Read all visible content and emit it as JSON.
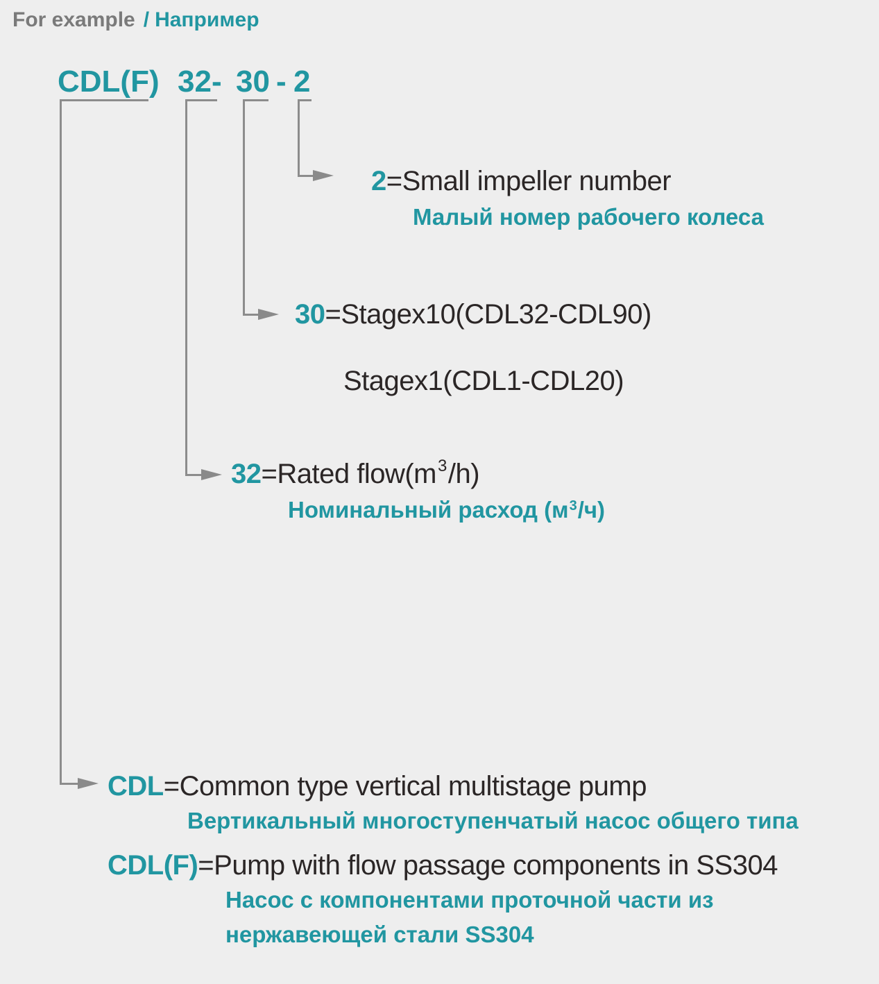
{
  "colors": {
    "background": "#eeeeee",
    "accent_teal": "#2196a1",
    "text_dark": "#2b2626",
    "header_gray": "#7a7a7a",
    "connector_gray": "#8c8c8c"
  },
  "header": {
    "english": "For example",
    "separator": "/",
    "russian": "Например"
  },
  "model_code": {
    "full": "CDL(F) 32- 30 - 2",
    "segments": [
      "CDL(F)",
      "32-",
      "30",
      "-",
      "2"
    ]
  },
  "annotations": {
    "impeller": {
      "prefix": "2",
      "english": "=Small impeller number",
      "russian": "Малый номер рабочего колеса"
    },
    "stage": {
      "prefix": "30",
      "english": "=Stagex10(CDL32-CDL90)",
      "secondary": "Stagex1(CDL1-CDL20)"
    },
    "flow": {
      "prefix": "32",
      "english_pre": "=Rated flow(m",
      "english_sup": "3",
      "english_post": "/h)",
      "russian_pre": "Номинальный расход (м",
      "russian_sup": "3",
      "russian_post": "/ч)"
    },
    "cdl": {
      "prefix": "CDL",
      "english": "=Common type vertical multistage pump",
      "russian": "Вертикальный многоступенчатый насос общего типа"
    },
    "cdlf": {
      "prefix": "CDL(F)",
      "english": "=Pump with flow passage components in SS304",
      "russian_line1": "Насос с компонентами проточной части из",
      "russian_line2": "нержавеющей стали SS304"
    }
  }
}
